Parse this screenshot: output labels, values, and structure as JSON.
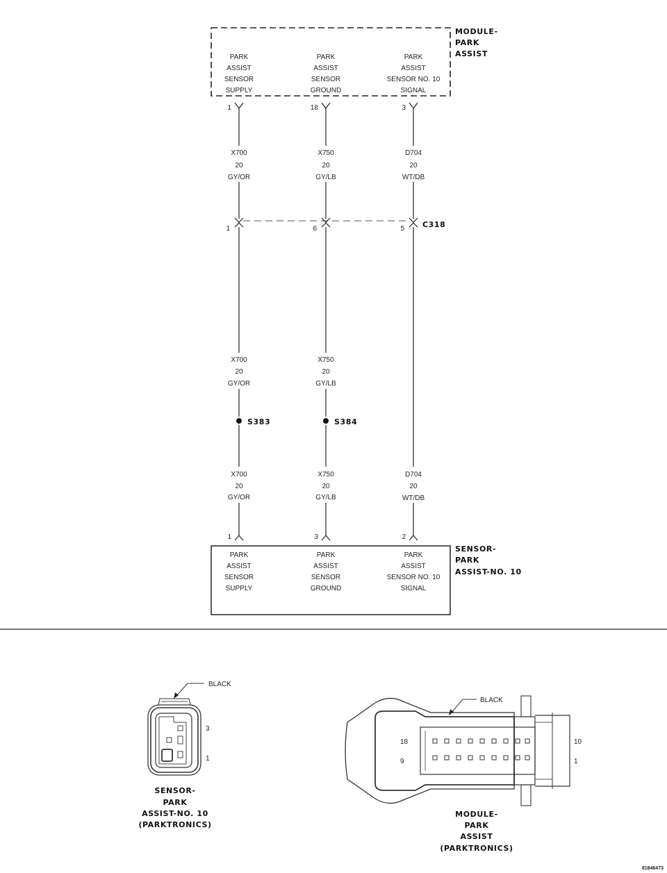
{
  "module": {
    "title_lines": [
      "MODULE-",
      "PARK",
      "ASSIST"
    ],
    "pins": [
      {
        "pin": "1",
        "lines": [
          "PARK",
          "ASSIST",
          "SENSOR",
          "SUPPLY"
        ]
      },
      {
        "pin": "18",
        "lines": [
          "PARK",
          "ASSIST",
          "SENSOR",
          "GROUND"
        ]
      },
      {
        "pin": "3",
        "lines": [
          "PARK",
          "ASSIST",
          "SENSOR NO. 10",
          "SIGNAL"
        ]
      }
    ]
  },
  "wires_upper": [
    {
      "circuit": "X700",
      "gauge": "20",
      "color": "GY/OR"
    },
    {
      "circuit": "X750",
      "gauge": "20",
      "color": "GY/LB"
    },
    {
      "circuit": "D704",
      "gauge": "20",
      "color": "WT/DB"
    }
  ],
  "connector_c318": {
    "name": "C318",
    "pins": [
      "1",
      "6",
      "5"
    ]
  },
  "wires_middle": [
    {
      "circuit": "X700",
      "gauge": "20",
      "color": "GY/OR"
    },
    {
      "circuit": "X750",
      "gauge": "20",
      "color": "GY/LB"
    }
  ],
  "splices": [
    "S383",
    "S384"
  ],
  "wires_lower": [
    {
      "circuit": "X700",
      "gauge": "20",
      "color": "GY/OR"
    },
    {
      "circuit": "X750",
      "gauge": "20",
      "color": "GY/LB"
    },
    {
      "circuit": "D704",
      "gauge": "20",
      "color": "WT/DB"
    }
  ],
  "sensor": {
    "title_lines": [
      "SENSOR-",
      "PARK",
      "ASSIST-NO. 10"
    ],
    "pins": [
      {
        "pin": "1",
        "lines": [
          "PARK",
          "ASSIST",
          "SENSOR",
          "SUPPLY"
        ]
      },
      {
        "pin": "3",
        "lines": [
          "PARK",
          "ASSIST",
          "SENSOR",
          "GROUND"
        ]
      },
      {
        "pin": "2",
        "lines": [
          "PARK",
          "ASSIST",
          "SENSOR NO. 10",
          "SIGNAL"
        ]
      }
    ]
  },
  "sensor_connector_view": {
    "color_label": "BLACK",
    "pin_labels": [
      "3",
      "1"
    ],
    "caption_lines": [
      "SENSOR-",
      "PARK",
      "ASSIST-NO. 10",
      "(PARKTRONICS)"
    ]
  },
  "module_connector_view": {
    "color_label": "BLACK",
    "pin_labels_left": [
      "18",
      "9"
    ],
    "pin_labels_right": [
      "10",
      "1"
    ],
    "caption_lines": [
      "MODULE-",
      "PARK",
      "ASSIST",
      "(PARKTRONICS)"
    ]
  },
  "figure_id": "81846473"
}
